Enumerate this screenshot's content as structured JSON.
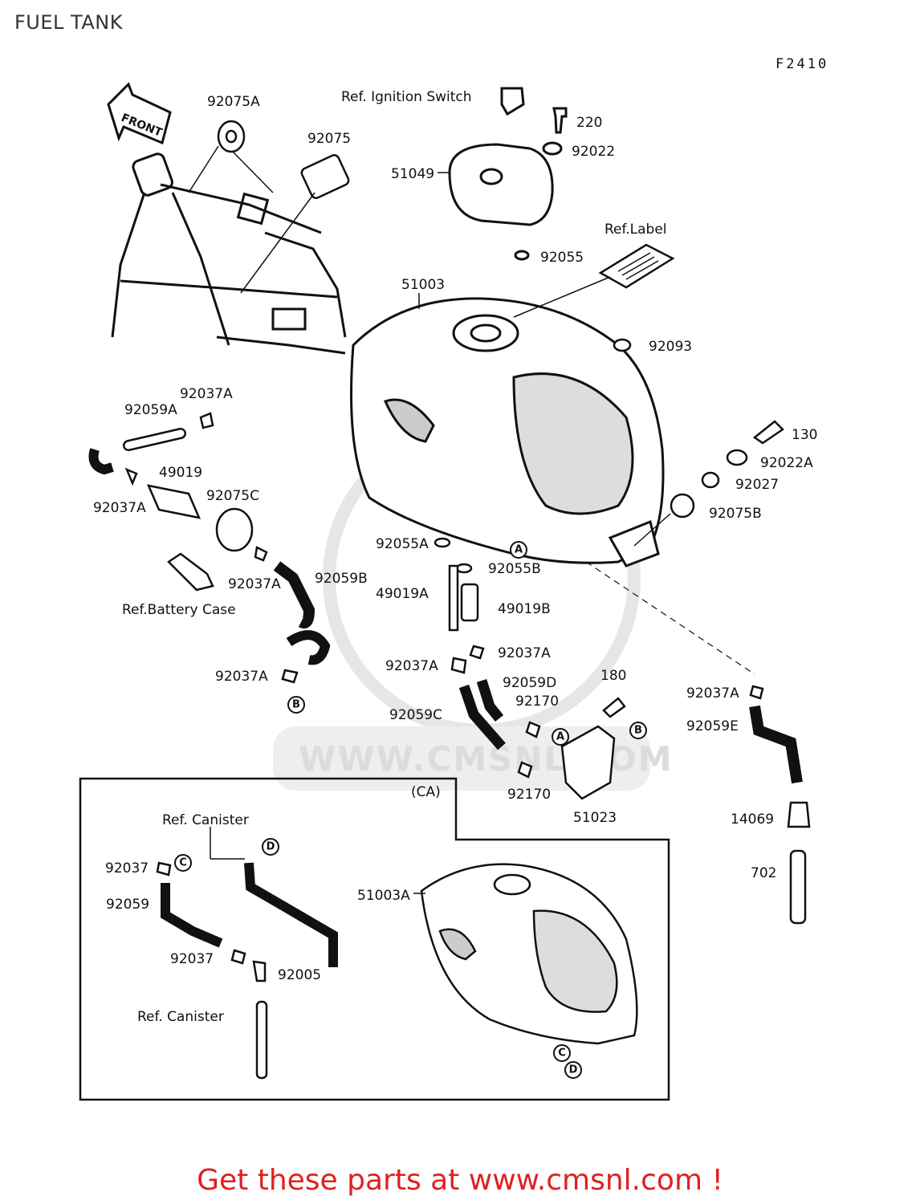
{
  "title": "FUEL TANK",
  "figure_code": "F2410",
  "footer": {
    "text": "Get these parts at www.cmsnl.com !"
  },
  "watermark": {
    "text": "WWW.CMSNL.COM"
  },
  "front_arrow": {
    "text": "FRONT"
  },
  "ca_box": {
    "label": "(CA)"
  },
  "parts": {
    "p92075A": "92075A",
    "p92075": "92075",
    "pIgn": "Ref. Ignition Switch",
    "p220": "220",
    "p92022": "92022",
    "p51049": "51049",
    "p92055": "92055",
    "pRefLabel": "Ref.Label",
    "p51003": "51003",
    "p92093": "92093",
    "p92037A_1": "92037A",
    "p92059A": "92059A",
    "p130": "130",
    "p92022A": "92022A",
    "p49019": "49019",
    "p92027": "92027",
    "p92037A_2": "92037A",
    "p92075C": "92075C",
    "p92075B": "92075B",
    "p92055A": "92055A",
    "p92055B": "92055B",
    "p92037A_3": "92037A",
    "p92059B": "92059B",
    "p49019A": "49019A",
    "p49019B": "49019B",
    "pBattery": "Ref.Battery Case",
    "p92037A_4": "92037A",
    "p92037A_5": "92037A",
    "p92059D": "92059D",
    "p180": "180",
    "p92037A_6": "92037A",
    "p92037A_7": "92037A",
    "p92170_1": "92170",
    "p92059C": "92059C",
    "p92059E": "92059E",
    "p92170_2": "92170",
    "p51023": "51023",
    "p14069": "14069",
    "pCanister1": "Ref. Canister",
    "p92037": "92037",
    "p702": "702",
    "p51003A": "51003A",
    "p92059": "92059",
    "p92037_2": "92037",
    "p92005": "92005",
    "pCanister2": "Ref. Canister"
  },
  "ref_marks": {
    "a": "A",
    "b": "B",
    "c": "C",
    "d": "D"
  }
}
